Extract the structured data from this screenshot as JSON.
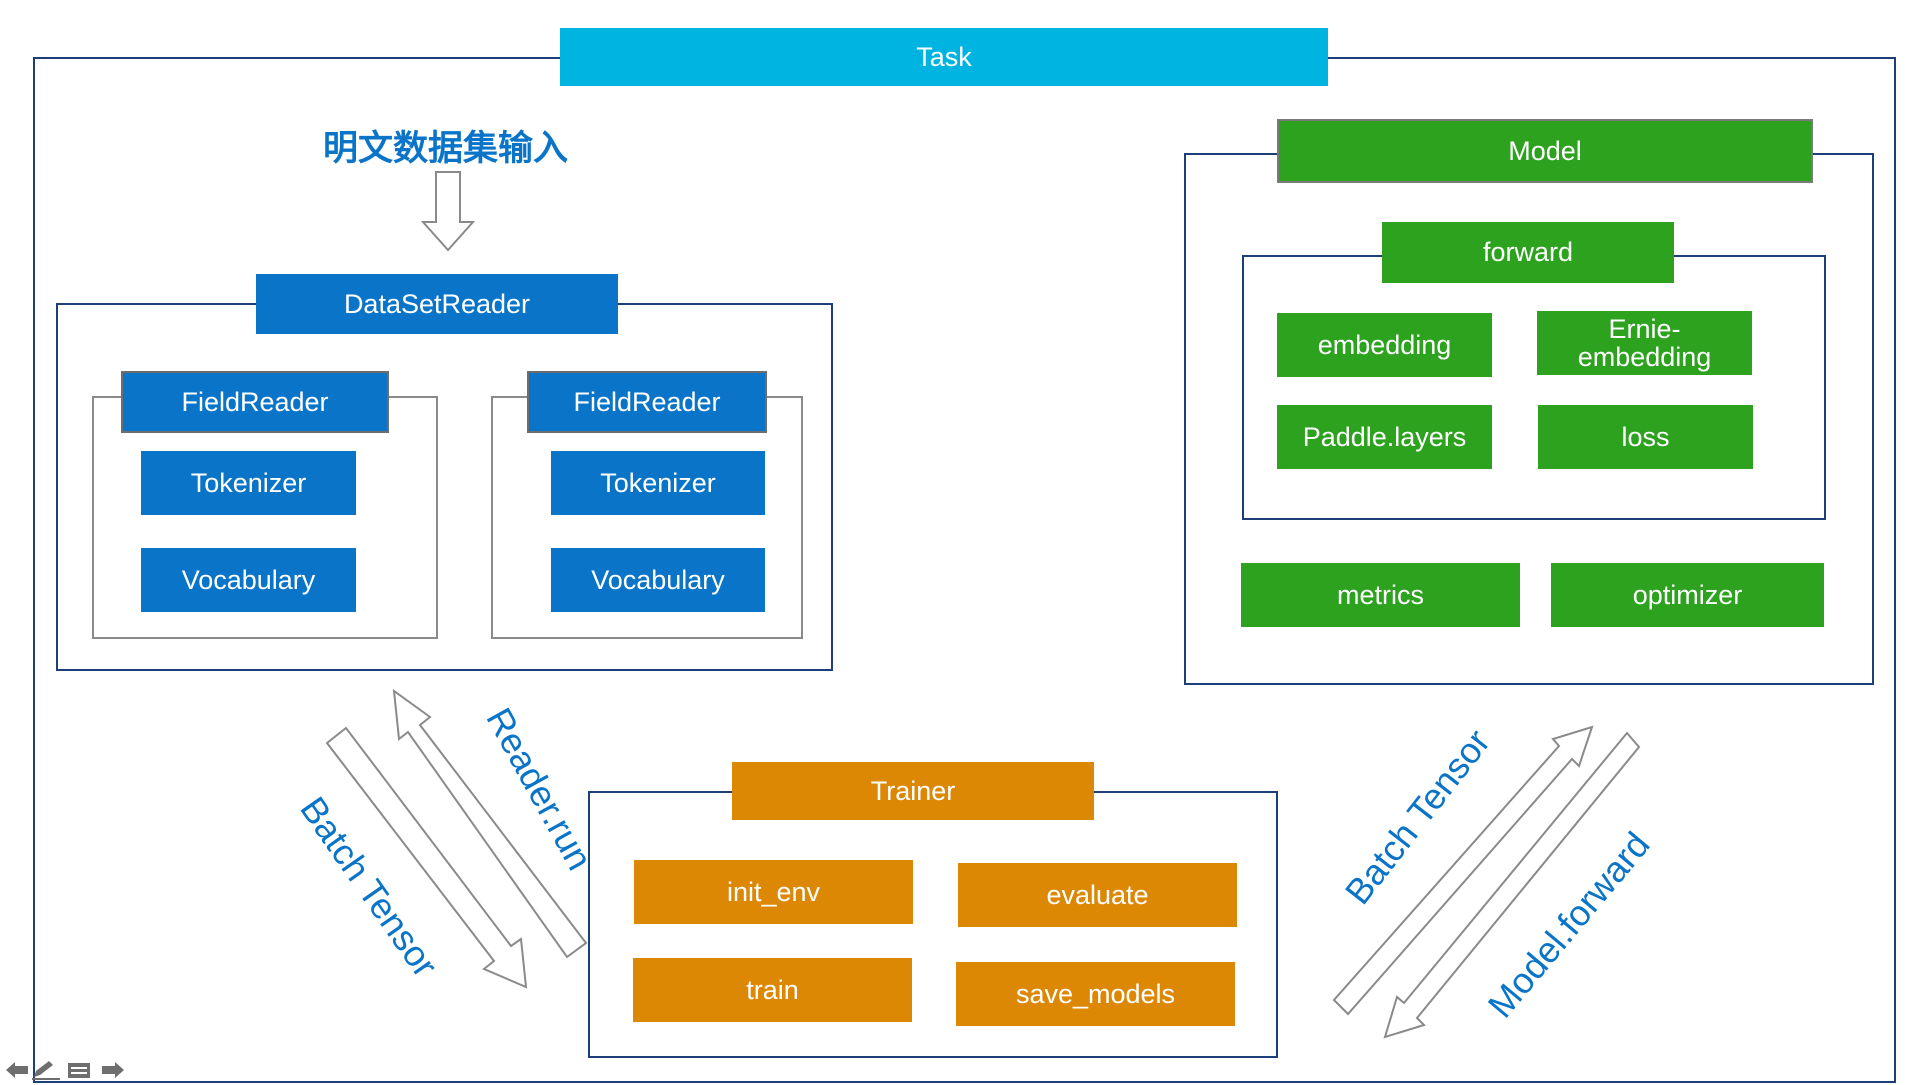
{
  "task": {
    "label": "Task"
  },
  "input_caption": "明文数据集输入",
  "dataset_reader": {
    "label": "DataSetReader",
    "field_readers": [
      {
        "label": "FieldReader",
        "tokenizer": "Tokenizer",
        "vocabulary": "Vocabulary"
      },
      {
        "label": "FieldReader",
        "tokenizer": "Tokenizer",
        "vocabulary": "Vocabulary"
      }
    ]
  },
  "model": {
    "label": "Model",
    "forward": {
      "label": "forward",
      "items": [
        "embedding",
        "Ernie-\nembedding",
        "Paddle.layers",
        "loss"
      ]
    },
    "metrics": "metrics",
    "optimizer": "optimizer"
  },
  "trainer": {
    "label": "Trainer",
    "items": [
      "init_env",
      "evaluate",
      "train",
      "save_models"
    ]
  },
  "arrows": {
    "left_down_label": "Batch Tensor",
    "left_up_label": "Reader.run",
    "right_up_label": "Batch Tensor",
    "right_down_label": "Model.forward"
  },
  "nav_icons": [
    "arrow-left-icon",
    "pencil-icon",
    "menu-icon",
    "arrow-right-icon"
  ],
  "colors": {
    "task": "#00b4e2",
    "reader_blue": "#0a74c8",
    "model_green": "#2ca21f",
    "trainer_orange": "#dd8805",
    "frame": "#1c3f78"
  }
}
